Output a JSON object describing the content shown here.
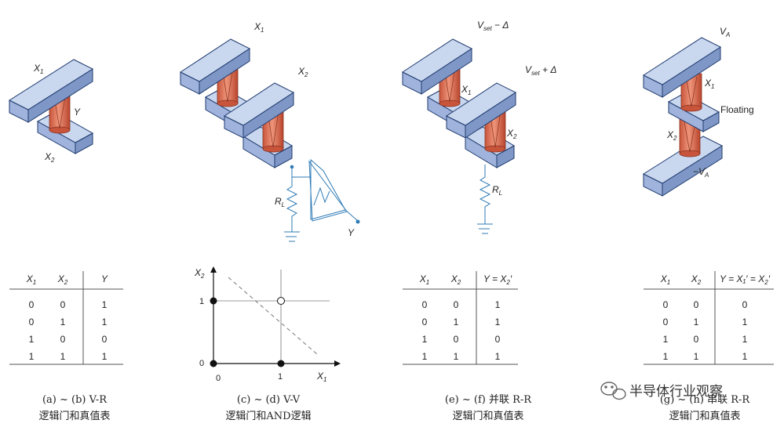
{
  "colors": {
    "electrode_top": "#c9d7ef",
    "electrode_front": "#9fb3dc",
    "electrode_side": "#7f97c6",
    "electrode_stroke": "#1f3b6e",
    "pillar": "#e07a5f",
    "pillar_dark": "#b94a33",
    "circuit": "#2f7bb6"
  },
  "panels": {
    "a": {
      "labels": {
        "top": "X",
        "top_sub": "1",
        "pillar": "Y",
        "bottom": "X",
        "bottom_sub": "2"
      },
      "table": {
        "headers": [
          {
            "main": "X",
            "sub": "1"
          },
          {
            "main": "X",
            "sub": "2"
          },
          {
            "main": "Y",
            "sub": ""
          }
        ],
        "rows": [
          [
            "0",
            "0",
            "1"
          ],
          [
            "0",
            "1",
            "1"
          ],
          [
            "1",
            "0",
            "0"
          ],
          [
            "1",
            "1",
            "1"
          ]
        ]
      },
      "caption": {
        "line1": "(a) ~ (b) V-R",
        "line2": "逻辑门和真值表"
      }
    },
    "c": {
      "labels": {
        "top": "X",
        "top_sub": "1",
        "second": "X",
        "second_sub": "2",
        "resistor": "R",
        "resistor_sub": "L",
        "output": "Y"
      },
      "plot": {
        "y_axis": {
          "main": "X",
          "sub": "2"
        },
        "x_axis": {
          "main": "X",
          "sub": "1"
        },
        "ticks_y": [
          "1",
          "0"
        ],
        "ticks_x": [
          "0",
          "1"
        ]
      },
      "caption": {
        "line1": "(c) ~ (d) V-V",
        "line2": "逻辑门和AND逻辑"
      }
    },
    "e": {
      "labels": {
        "top": "V",
        "top_sub": "set",
        "top_suffix": " − Δ",
        "second": "V",
        "second_sub": "set",
        "second_suffix": " + Δ",
        "mid": "X",
        "mid_sub": "1",
        "bottom": "X",
        "bottom_sub": "2",
        "resistor": "R",
        "resistor_sub": "L"
      },
      "table": {
        "headers": [
          {
            "main": "X",
            "sub": "1"
          },
          {
            "main": "X",
            "sub": "2"
          },
          {
            "main": "Y = X",
            "sub": "2",
            "suffix": "′"
          }
        ],
        "rows": [
          [
            "0",
            "0",
            "1"
          ],
          [
            "0",
            "1",
            "1"
          ],
          [
            "1",
            "0",
            "0"
          ],
          [
            "1",
            "1",
            "1"
          ]
        ]
      },
      "caption": {
        "line1": "(e) ~ (f) 并联 R-R",
        "line2": "逻辑门和真值表"
      }
    },
    "g": {
      "labels": {
        "top": "V",
        "top_sub": "A",
        "x1": "X",
        "x1_sub": "1",
        "floating": "Floating",
        "x2": "X",
        "x2_sub": "2",
        "bottom": "−V",
        "bottom_sub": "A"
      },
      "table": {
        "headers": [
          {
            "main": "X",
            "sub": "1"
          },
          {
            "main": "X",
            "sub": "2"
          },
          {
            "main": "Y = X₁′ = X",
            "sub": "2",
            "suffix": "′"
          }
        ],
        "rows": [
          [
            "0",
            "0",
            "0"
          ],
          [
            "0",
            "1",
            "1"
          ],
          [
            "1",
            "0",
            "1"
          ],
          [
            "1",
            "1",
            "1"
          ]
        ]
      },
      "caption": {
        "line1": "(g) ~ (h) 串联 R-R",
        "line2": "逻辑门和真值表"
      }
    }
  },
  "watermark": "半导体行业观察"
}
